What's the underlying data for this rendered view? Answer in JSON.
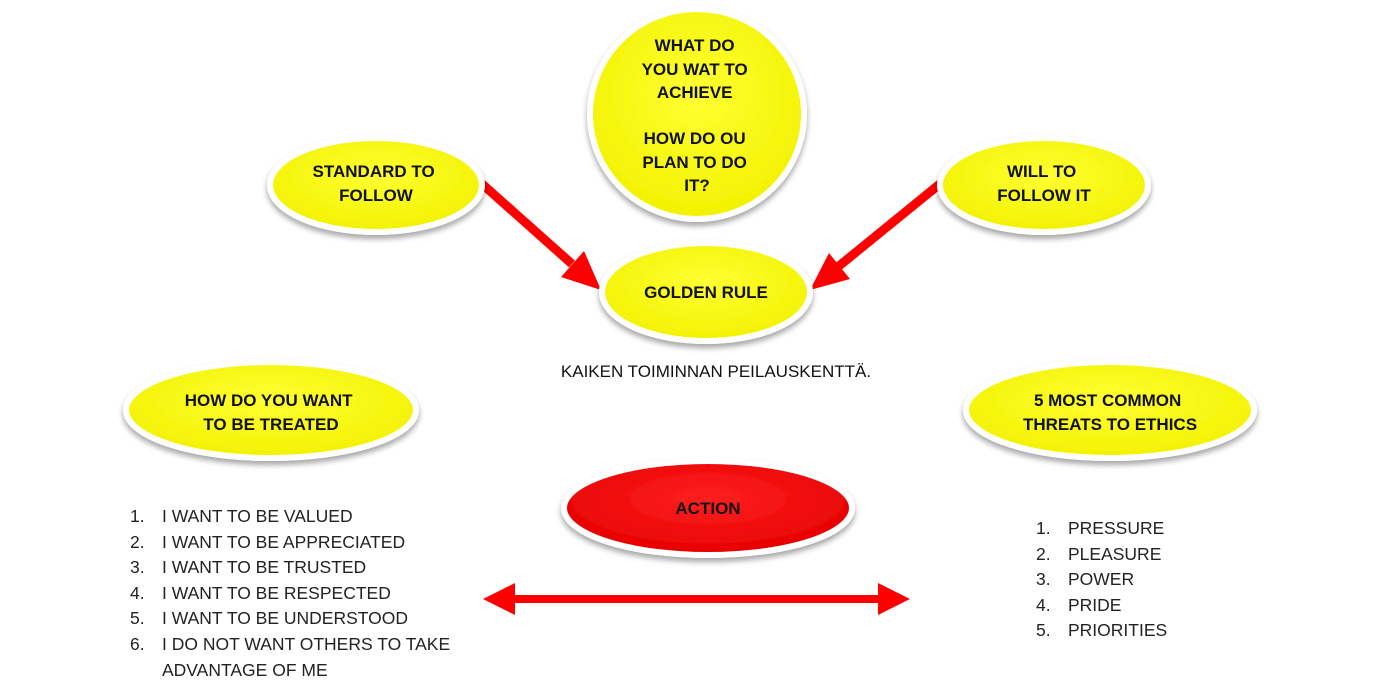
{
  "colors": {
    "bubble_fill": "#ffff00",
    "action_fill": "#ff0000",
    "arrow": "#ff0000",
    "outline": "#ffffff",
    "text": "#111111"
  },
  "bubbles": {
    "achieve": {
      "lines": [
        "WHAT DO",
        "YOU WAT TO",
        "ACHIEVE",
        "",
        "HOW DO OU",
        "PLAN TO DO",
        "IT?"
      ]
    },
    "standard": {
      "lines": [
        "STANDARD TO",
        "FOLLOW"
      ]
    },
    "will": {
      "lines": [
        "WILL TO",
        "FOLLOW IT"
      ]
    },
    "golden_rule": {
      "lines": [
        "GOLDEN RULE"
      ]
    },
    "treated": {
      "lines": [
        "HOW DO YOU WANT",
        "TO BE TREATED"
      ]
    },
    "threats": {
      "lines": [
        "5 MOST COMMON",
        "THREATS TO ETHICS"
      ]
    },
    "action": {
      "lines": [
        "ACTION"
      ]
    }
  },
  "caption": "KAIKEN TOIMINNAN PEILAUSKENTTÄ.",
  "treated_list": [
    {
      "num": "1.",
      "lines": [
        "I WANT TO BE VALUED"
      ]
    },
    {
      "num": "2.",
      "lines": [
        "I WANT TO BE APPRECIATED"
      ]
    },
    {
      "num": "3.",
      "lines": [
        "I WANT TO BE TRUSTED"
      ]
    },
    {
      "num": "4.",
      "lines": [
        "I WANT TO BE RESPECTED"
      ]
    },
    {
      "num": "5.",
      "lines": [
        "I WANT TO BE UNDERSTOOD"
      ]
    },
    {
      "num": "6.",
      "lines": [
        "I DO NOT WANT OTHERS TO TAKE",
        "ADVANTAGE OF ME"
      ]
    }
  ],
  "threats_list": [
    {
      "num": "1.",
      "lines": [
        "PRESSURE"
      ]
    },
    {
      "num": "2.",
      "lines": [
        "PLEASURE"
      ]
    },
    {
      "num": "3.",
      "lines": [
        "POWER"
      ]
    },
    {
      "num": "4.",
      "lines": [
        "PRIDE"
      ]
    },
    {
      "num": "5.",
      "lines": [
        "PRIORITIES"
      ]
    }
  ]
}
